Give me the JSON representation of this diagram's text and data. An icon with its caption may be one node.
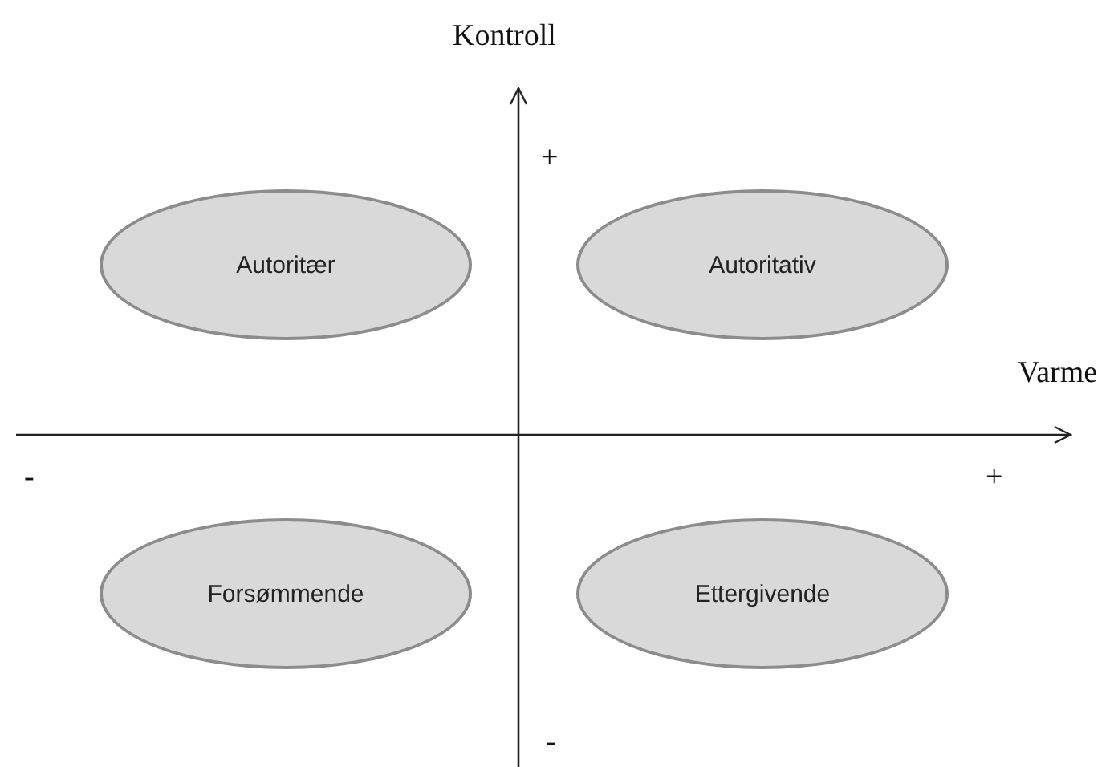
{
  "diagram": {
    "nodes": [
      {
        "text": [
          "Autoritær"
        ]
      },
      {
        "text": [
          "Autoritativ"
        ]
      },
      {
        "text": [
          "Forsømmende"
        ]
      },
      {
        "text": [
          "Ettergivende"
        ]
      }
    ],
    "edges": [],
    "labels": [
      "Kontroll",
      "+",
      "Varme",
      "-",
      "+",
      "-"
    ]
  }
}
